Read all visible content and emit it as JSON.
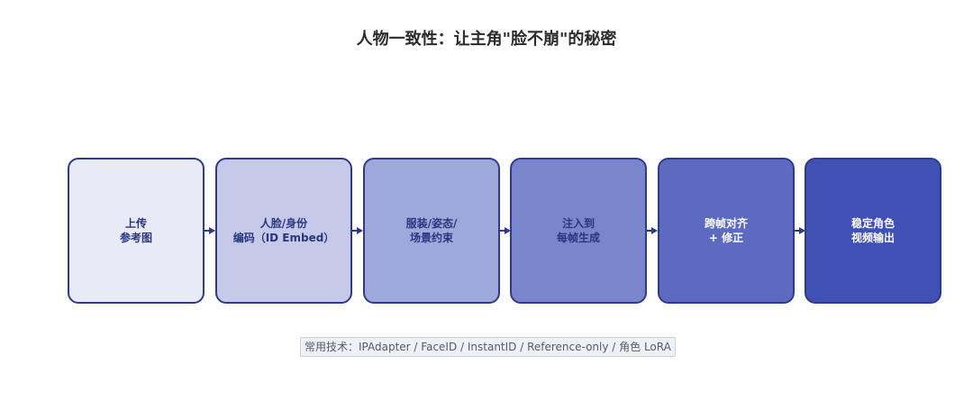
{
  "title": "人物一致性：让主角\"脸不崩\"的秘密",
  "steps": [
    {
      "label": "上传\n参考图",
      "fill": "#e8eaf6",
      "text_color": "#2a3580"
    },
    {
      "label": "人脸/身份\n编码（ID Embed）",
      "fill": "#c5cae9",
      "text_color": "#2a3580"
    },
    {
      "label": "服装/姿态/\n场景约束",
      "fill": "#9fa8da",
      "text_color": "#2a3580"
    },
    {
      "label": "注入到\n每帧生成",
      "fill": "#7986cb",
      "text_color": "#2a3580"
    },
    {
      "label": "跨帧对齐\n+ 修正",
      "fill": "#5c6bc0",
      "text_color": "#ffffff"
    },
    {
      "label": "稳定角色\n视频输出",
      "fill": "#3f51b5",
      "text_color": "#ffffff"
    }
  ],
  "footnote": "常用技术：IPAdapter / FaceID / InstantID / Reference-only / 角色 LoRA",
  "colors": {
    "border": "#2f3a8f",
    "arrow": "#2f3a8f"
  }
}
